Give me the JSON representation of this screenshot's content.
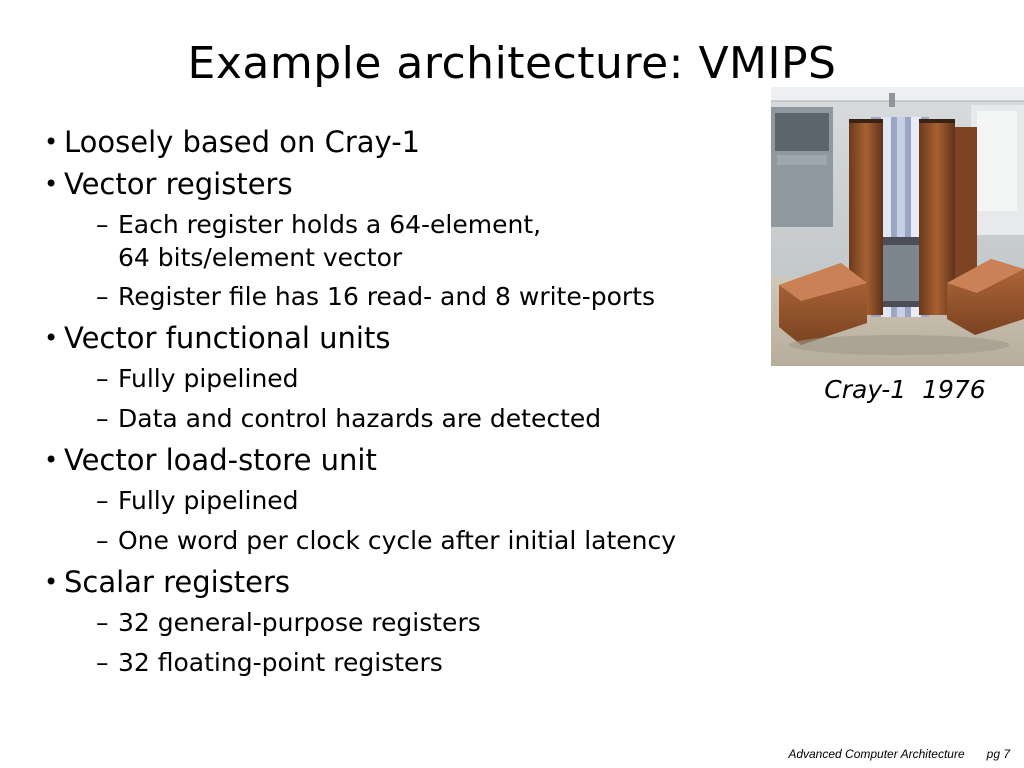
{
  "slide": {
    "title": "Example architecture:  VMIPS",
    "bullets": [
      {
        "text": "Loosely based on Cray-1",
        "sub": []
      },
      {
        "text": "Vector registers",
        "sub": [
          {
            "text": "Each register holds a 64-element,",
            "text2": "64 bits/element vector"
          },
          {
            "text": "Register file has 16 read- and 8 write-ports"
          }
        ]
      },
      {
        "text": "Vector functional units",
        "sub": [
          {
            "text": "Fully pipelined"
          },
          {
            "text": "Data and control hazards are detected"
          }
        ]
      },
      {
        "text": "Vector load-store unit",
        "sub": [
          {
            "text": "Fully pipelined"
          },
          {
            "text": "One word per clock cycle after initial latency"
          }
        ]
      },
      {
        "text": "Scalar registers",
        "sub": [
          {
            "text": "32 general-purpose registers"
          },
          {
            "text": "32 floating-point registers"
          }
        ]
      }
    ],
    "bullet_mark": "•",
    "sub_mark": "–",
    "image": {
      "icon": "cray-1-supercomputer-photo",
      "caption": "Cray-1  1976"
    },
    "footer": {
      "course": "Advanced Computer Architecture",
      "page": "pg 7"
    }
  }
}
